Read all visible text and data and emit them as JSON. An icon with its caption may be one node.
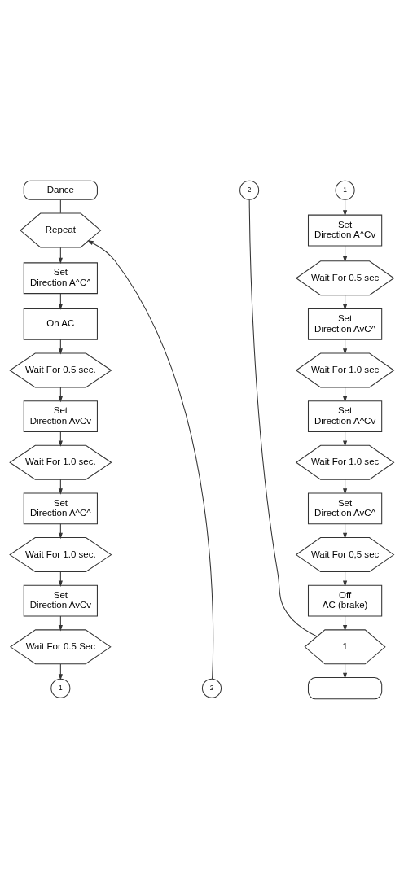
{
  "diagram": {
    "nodes": [
      {
        "text": [
          "Dance"
        ]
      },
      {
        "text": [
          "Repeat"
        ]
      },
      {
        "text": [
          "Set Direction A^C^"
        ]
      },
      {
        "text": [
          "On AC"
        ]
      },
      {
        "text": [
          "Wait For 0.5 sec."
        ]
      },
      {
        "text": [
          "Set Direction AvCv"
        ]
      },
      {
        "text": [
          "Wait For 1.0 sec."
        ]
      },
      {
        "text": [
          "Set Direction A^C^"
        ]
      },
      {
        "text": [
          "Wait For 1.0 sec."
        ]
      },
      {
        "text": [
          "Set Direction AvCv"
        ]
      },
      {
        "text": [
          "Wait For 0.5 Sec"
        ]
      },
      {
        "text": [
          "2"
        ]
      },
      {
        "text": [
          "1"
        ]
      },
      {
        "text": [
          "2"
        ]
      },
      {
        "text": [
          "1"
        ]
      },
      {
        "text": [
          "Set Direction A^Cv"
        ]
      },
      {
        "text": [
          "Wait For 0.5 sec"
        ]
      },
      {
        "text": [
          "Set Direction AvC^"
        ]
      },
      {
        "text": [
          "Wait For 1.0 sec"
        ]
      },
      {
        "text": [
          "Set Direction A^Cv"
        ]
      },
      {
        "text": [
          "Wait For 1.0 sec"
        ]
      },
      {
        "text": [
          "Set Direction AvC^"
        ]
      },
      {
        "text": [
          "Wait For 0,5 sec"
        ]
      },
      {
        "text": [
          "Off AC (brake)"
        ]
      },
      {
        "text": [
          "1"
        ]
      },
      {
        "text": [],
        "shape": "box"
      }
    ],
    "edges": [
      {
        "from": 0,
        "to": 1,
        "arrow": "none"
      },
      {
        "from": 1,
        "to": 2,
        "arrow": "to"
      },
      {
        "from": 2,
        "to": 3,
        "arrow": "to"
      },
      {
        "from": 3,
        "to": 4,
        "arrow": "to"
      },
      {
        "from": 4,
        "to": 5,
        "arrow": "to"
      },
      {
        "from": 5,
        "to": 6,
        "arrow": "to"
      },
      {
        "from": 6,
        "to": 7,
        "arrow": "to"
      },
      {
        "from": 7,
        "to": 8,
        "arrow": "to"
      },
      {
        "from": 8,
        "to": 9,
        "arrow": "to"
      },
      {
        "from": 9,
        "to": 10,
        "arrow": "to"
      },
      {
        "from": 10,
        "to": 12,
        "arrow": "to"
      },
      {
        "from": 11,
        "to": 1,
        "arrow": "to"
      },
      {
        "from": 14,
        "to": 15,
        "arrow": "to"
      },
      {
        "from": 15,
        "to": 16,
        "arrow": "to"
      },
      {
        "from": 16,
        "to": 17,
        "arrow": "to"
      },
      {
        "from": 17,
        "to": 18,
        "arrow": "to"
      },
      {
        "from": 18,
        "to": 19,
        "arrow": "to"
      },
      {
        "from": 19,
        "to": 20,
        "arrow": "to"
      },
      {
        "from": 20,
        "to": 21,
        "arrow": "to"
      },
      {
        "from": 21,
        "to": 22,
        "arrow": "to"
      },
      {
        "from": 22,
        "to": 23,
        "arrow": "to"
      },
      {
        "from": 23,
        "to": 24,
        "arrow": "to"
      },
      {
        "from": 24,
        "to": 25,
        "arrow": "to"
      },
      {
        "from": 13,
        "to": 24,
        "arrow": "none"
      }
    ]
  }
}
